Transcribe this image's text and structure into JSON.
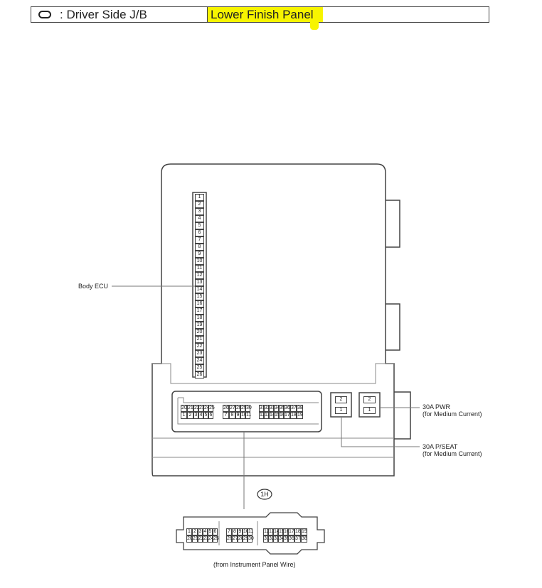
{
  "header": {
    "location_icon": "oval-location-icon",
    "label": ": Driver Side J/B",
    "value": "Lower Finish Panel",
    "highlight_color": "#f7f400"
  },
  "diagram": {
    "body_ecu": {
      "label": "Body ECU",
      "pins": [
        "1",
        "2",
        "3",
        "4",
        "5",
        "6",
        "7",
        "8",
        "9",
        "10",
        "11",
        "12",
        "13",
        "14",
        "15",
        "16",
        "17",
        "18",
        "19",
        "20",
        "21",
        "22",
        "23",
        "24",
        "25",
        "26"
      ]
    },
    "jb_connector": {
      "top_row_groups": [
        [
          "20",
          "21",
          "22",
          "23",
          "24",
          "25"
        ],
        [
          "26",
          "27",
          "28",
          "29",
          "30"
        ],
        [
          "31",
          "32",
          "33",
          "34",
          "35",
          "36",
          "37",
          "38"
        ]
      ],
      "bottom_row_groups": [
        [
          "1",
          "2",
          "3",
          "4",
          "5",
          "6"
        ],
        [
          "7",
          "8",
          "9",
          "10",
          "11"
        ],
        [
          "12",
          "13",
          "14",
          "15",
          "16",
          "17",
          "18",
          "19"
        ]
      ]
    },
    "relay_pwr": {
      "pins": [
        "2",
        "1"
      ],
      "label_line1": "30A PWR",
      "label_line2": "(for Medium Current)"
    },
    "relay_pseat": {
      "pins": [
        "2",
        "1"
      ],
      "label_line1": "30A P/SEAT",
      "label_line2": "(for Medium Current)"
    },
    "connector_id": "1H",
    "wire_connector": {
      "top_row_groups": [
        [
          "1",
          "2",
          "3",
          "4",
          "5",
          "6"
        ],
        [
          "7",
          "8",
          "9",
          "10",
          "11"
        ],
        [
          "12",
          "13",
          "14",
          "15",
          "16",
          "17",
          "18",
          "19"
        ]
      ],
      "bottom_row_groups": [
        [
          "20",
          "21",
          "22",
          "23",
          "24",
          "25"
        ],
        [
          "26",
          "27",
          "28",
          "29",
          "30"
        ],
        [
          "31",
          "32",
          "33",
          "34",
          "35",
          "36",
          "37",
          "38"
        ]
      ],
      "caption": "(from Instrument Panel Wire)"
    }
  }
}
